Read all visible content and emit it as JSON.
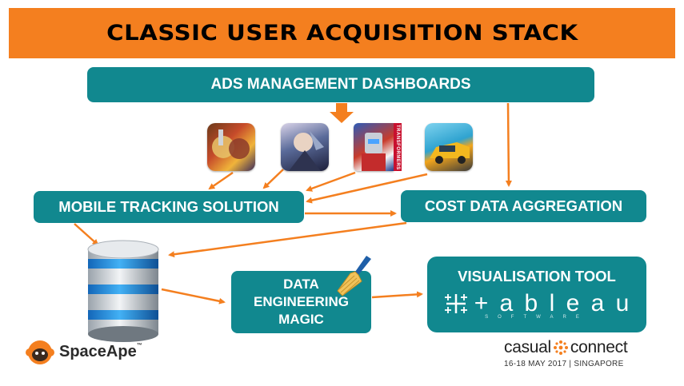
{
  "title": "CLASSIC USER ACQUISITION STACK",
  "boxes": {
    "ads": "ADS MANAGEMENT DASHBOARDS",
    "tracking": "MOBILE TRACKING SOLUTION",
    "cost": "COST DATA AGGREGATION",
    "engineering_line1": "DATA",
    "engineering_line2": "ENGINEERING",
    "engineering_line3": "MAGIC",
    "visualisation": "VISUALISATION TOOL"
  },
  "tableau": {
    "word": "+ a b l e a u",
    "sub": "SOFTWARE"
  },
  "app_icons": {
    "third_strip": "TRANSFORMERS"
  },
  "footer": {
    "left_logo": "SpaceApe",
    "left_logo_tm": "™",
    "right_word_a": "casual",
    "right_word_b": "connect",
    "right_date": "16-18 MAY 2017 | SINGAPORE"
  },
  "colors": {
    "banner": "#f47f1f",
    "box": "#11888f",
    "arrow": "#f47f1f"
  },
  "icons": [
    "database-icon",
    "broom-icon",
    "tableau-cross-icon",
    "spaceape-logo-icon",
    "casual-connect-icon"
  ]
}
